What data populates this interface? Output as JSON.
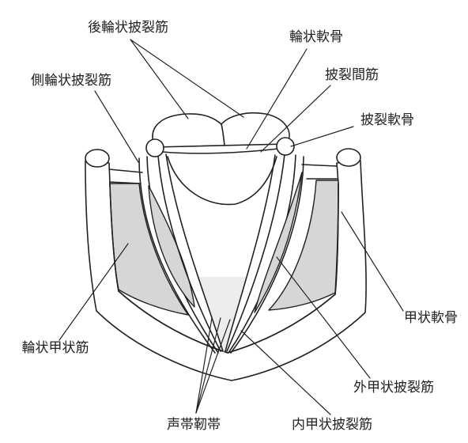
{
  "labels": {
    "posterior_cricoarytenoid": "後輪状披裂筋",
    "cricoid_cartilage": "輪状軟骨",
    "interarytenoid": "披裂間筋",
    "lateral_cricoarytenoid": "側輪状披裂筋",
    "arytenoid_cartilage": "披裂軟骨",
    "thyroid_cartilage": "甲状軟骨",
    "cricothyroid": "輪状甲状筋",
    "external_thyroarytenoid": "外甲状披裂筋",
    "vocal_ligament": "声帯靭帯",
    "internal_thyroarytenoid": "内甲状披裂筋"
  },
  "colors": {
    "background": "#ffffff",
    "stroke": "#222222",
    "muscle_fill": "#d6d6d6",
    "glottis_fill": "#ececec"
  }
}
